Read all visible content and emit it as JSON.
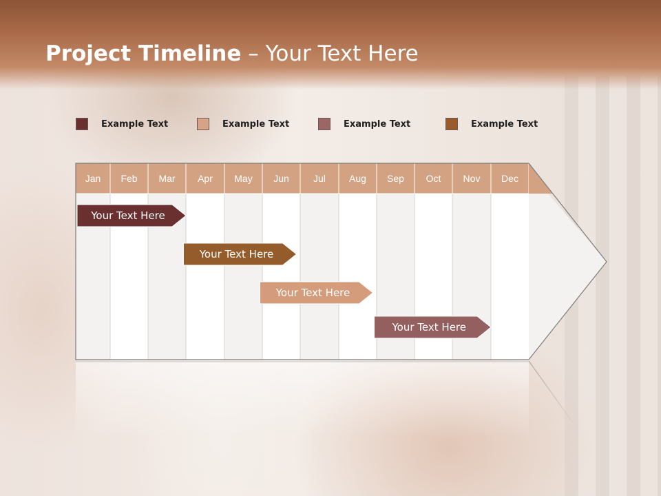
{
  "title": {
    "bold": "Project Timeline",
    "rest": " – Your Text Here"
  },
  "legend": [
    {
      "label": "Example Text",
      "color": "#6a2f2f"
    },
    {
      "label": "Example Text",
      "color": "#d7a387"
    },
    {
      "label": "Example Text",
      "color": "#9a6666"
    },
    {
      "label": "Example Text",
      "color": "#9a5a2c"
    }
  ],
  "months": [
    "Jan",
    "Feb",
    "Mar",
    "Apr",
    "May",
    "Jun",
    "Jul",
    "Aug",
    "Sep",
    "Oct",
    "Nov",
    "Dec"
  ],
  "colors": {
    "header_band": "#a86a48",
    "month_header": "#d2a283",
    "column_light": "#f3f2f1",
    "column_white": "#ffffff"
  },
  "tasks": [
    {
      "label": "Your  Text Here",
      "start": 1,
      "end": 4.0,
      "color": "#6a2f2f"
    },
    {
      "label": "Your  Text Here",
      "start": 3.9,
      "end": 6.9,
      "color": "#945b2b"
    },
    {
      "label": "Your  Text Here",
      "start": 5.9,
      "end": 8.9,
      "color": "#d59c7c"
    },
    {
      "label": "Your  Text Here",
      "start": 8.9,
      "end": 12.0,
      "color": "#945f5f"
    }
  ]
}
